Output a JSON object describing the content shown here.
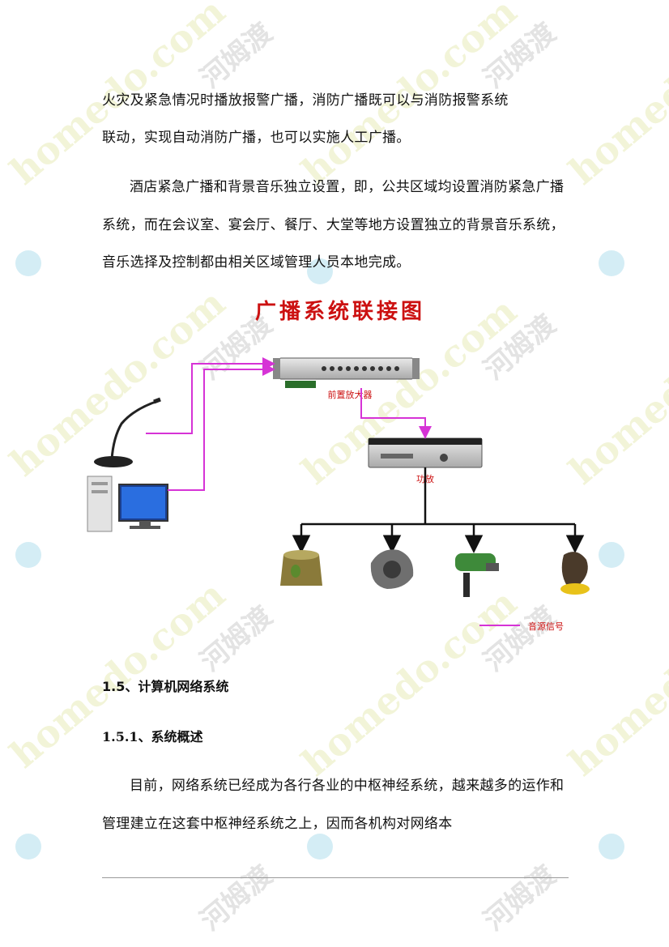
{
  "paragraphs": {
    "p1_line1": "火灾及紧急情况时播放报警广播，消防广播既可以与消防报警系统",
    "p1_line2": "联动，实现自动消防广播，也可以实施人工广播。",
    "p2": "酒店紧急广播和背景音乐独立设置，即，公共区域均设置消防紧急广播系统，而在会议室、宴会厅、餐厅、大堂等地方设置独立的背景音乐系统，音乐选择及控制都由相关区域管理人员本地完成。",
    "p3": "目前，网络系统已经成为各行各业的中枢神经系统，越来越多的运作和管理建立在这套中枢神经系统之上，因而各机构对网络本"
  },
  "headings": {
    "h1": "1.5、计算机网络系统",
    "h2": "1.5.1、系统概述"
  },
  "diagram": {
    "title": "广播系统联接图",
    "preamp_label": "前置放大器",
    "amp_label": "功放",
    "legend_label": "音源信号",
    "signal_color": "#d633d6",
    "title_color": "#cc1111"
  },
  "watermark": {
    "text_en": "homedo.com",
    "text_cn": "河姆渡"
  }
}
